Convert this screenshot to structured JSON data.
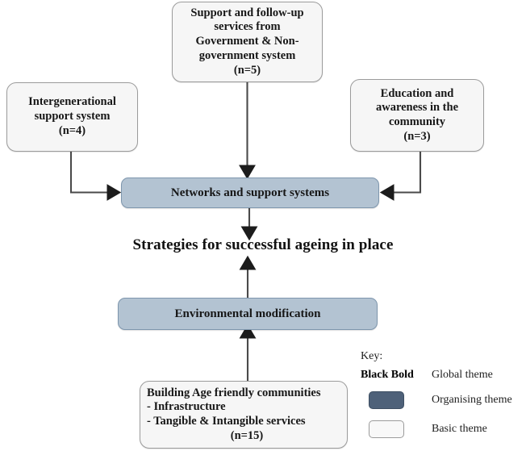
{
  "diagram": {
    "title": "Strategies for successful ageing in place",
    "nodes": {
      "support": {
        "type": "basic",
        "lines": [
          "Support and follow-up",
          "services from",
          "Government & Non-",
          "government system",
          "(n=5)"
        ],
        "count": "(n=5)"
      },
      "intergenerational": {
        "type": "basic",
        "lines": [
          "Intergenerational",
          "support system",
          "(n=4)"
        ],
        "count": "(n=4)"
      },
      "education": {
        "type": "basic",
        "lines": [
          "Education and",
          "awareness in the",
          "community",
          "(n=3)"
        ],
        "count": "(n=3)"
      },
      "networks": {
        "type": "organising",
        "label": "Networks and support systems"
      },
      "environment": {
        "type": "organising",
        "label": "Environmental modification"
      },
      "building": {
        "type": "basic",
        "lines": [
          "Building Age friendly communities",
          "- Infrastructure",
          "- Tangible & Intangible services"
        ],
        "count": "(n=15)"
      }
    }
  },
  "legend": {
    "caption": "Key:",
    "rows": [
      {
        "marker_text": "Black Bold",
        "label": "Global theme",
        "swatch": "none"
      },
      {
        "marker_text": "",
        "label": "Organising theme",
        "swatch": "organising"
      },
      {
        "marker_text": "",
        "label": "Basic theme",
        "swatch": "basic"
      }
    ]
  },
  "colors": {
    "organising_fill": "#b3c3d2",
    "organising_swatch": "#4e6179",
    "basic_fill": "#f6f6f6",
    "border": "#9b9b9b",
    "arrow": "#3f3f3f",
    "text": "#171717"
  }
}
